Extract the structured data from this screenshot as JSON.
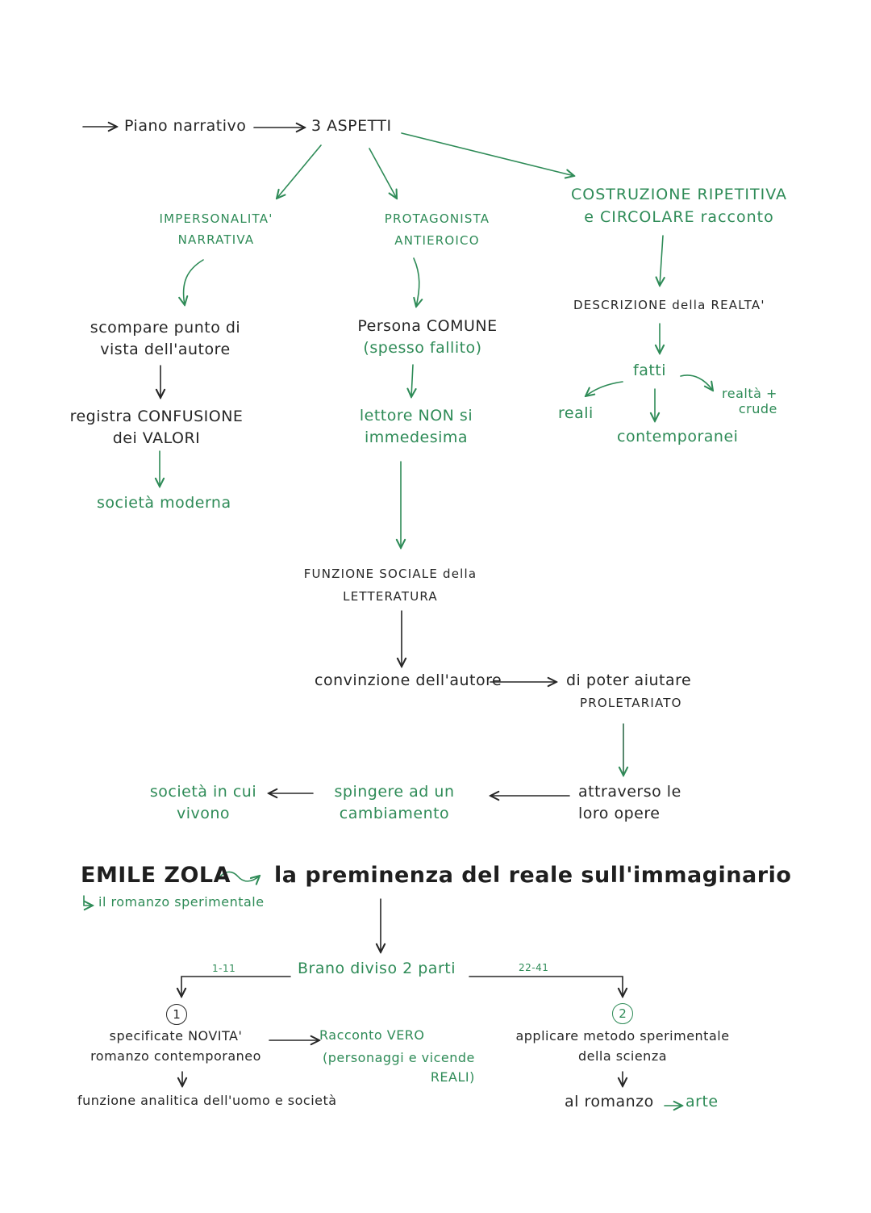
{
  "colors": {
    "ink": "#262626",
    "green": "#2e8b57"
  },
  "top": {
    "piano": "Piano narrativo",
    "aspetti": "3 ASPETTI"
  },
  "col1": {
    "impersonalita": "IMPERSONALITA'\nNARRATIVA",
    "scompare": "scompare punto di\nvista dell'autore",
    "registra": "registra CONFUSIONE\ndei VALORI",
    "societa": "società moderna"
  },
  "col2": {
    "protagonista": "PROTAGONISTA\nANTIEROICO",
    "persona": "Persona COMUNE",
    "fallito": "(spesso fallito)",
    "lettore": "lettore NON si\nimmedesima",
    "funzione": "FUNZIONE SOCIALE della\nLETTERATURA",
    "convinzione": "convinzione dell'autore",
    "poter": "di poter aiutare",
    "proletariato": "PROLETARIATO",
    "attraverso": "attraverso le\nloro opere",
    "spingere": "spingere ad un\ncambiamento",
    "societa_vivono": "società in cui\nvivono"
  },
  "col3": {
    "costruzione": "COSTRUZIONE RIPETITIVA\ne CIRCOLARE racconto",
    "descrizione": "DESCRIZIONE della REALTA'",
    "fatti": "fatti",
    "reali": "reali",
    "contemporanei": "contemporanei",
    "realta_crude": "realtà +\ncrude"
  },
  "zola": {
    "title": "EMILE ZOLA",
    "subtitle": "la preminenza del reale sull'immaginario",
    "romanzo_sper": "il romanzo sperimentale",
    "brano": "Brano diviso 2 parti",
    "range1": "1-11",
    "range2": "22-41",
    "n1": "1",
    "n2": "2",
    "specificate": "specificate NOVITA'\nromanzo contemporaneo",
    "funzione_analitica": "funzione analitica dell'uomo e società",
    "racconto_vero": "Racconto VERO",
    "personaggi": "(personaggi e vicende\nREALI)",
    "applicare": "applicare metodo sperimentale\ndella scienza",
    "al_romanzo": "al romanzo",
    "arte": "arte"
  }
}
